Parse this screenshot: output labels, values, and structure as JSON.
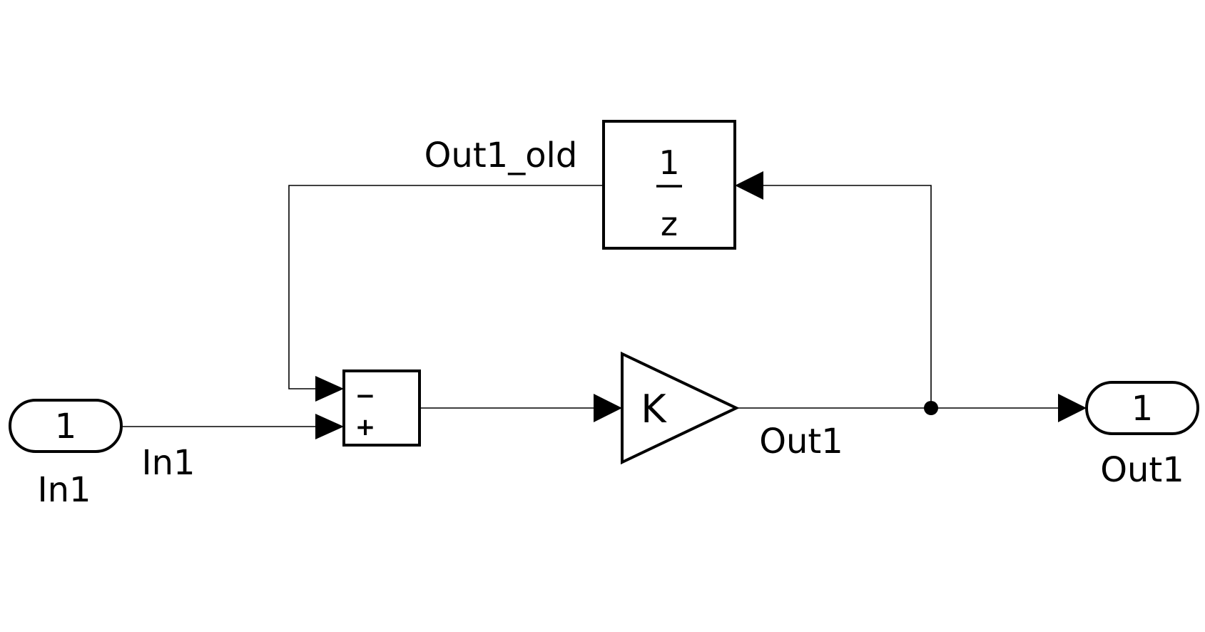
{
  "diagram": {
    "inport": {
      "number": "1",
      "name": "In1"
    },
    "outport": {
      "number": "1",
      "name": "Out1"
    },
    "sum": {
      "signs": [
        "−",
        "+"
      ]
    },
    "gain": {
      "label": "K"
    },
    "delay": {
      "numerator": "1",
      "denominator": "z"
    },
    "signals": {
      "input": "In1",
      "output": "Out1",
      "feedback": "Out1_old"
    }
  }
}
